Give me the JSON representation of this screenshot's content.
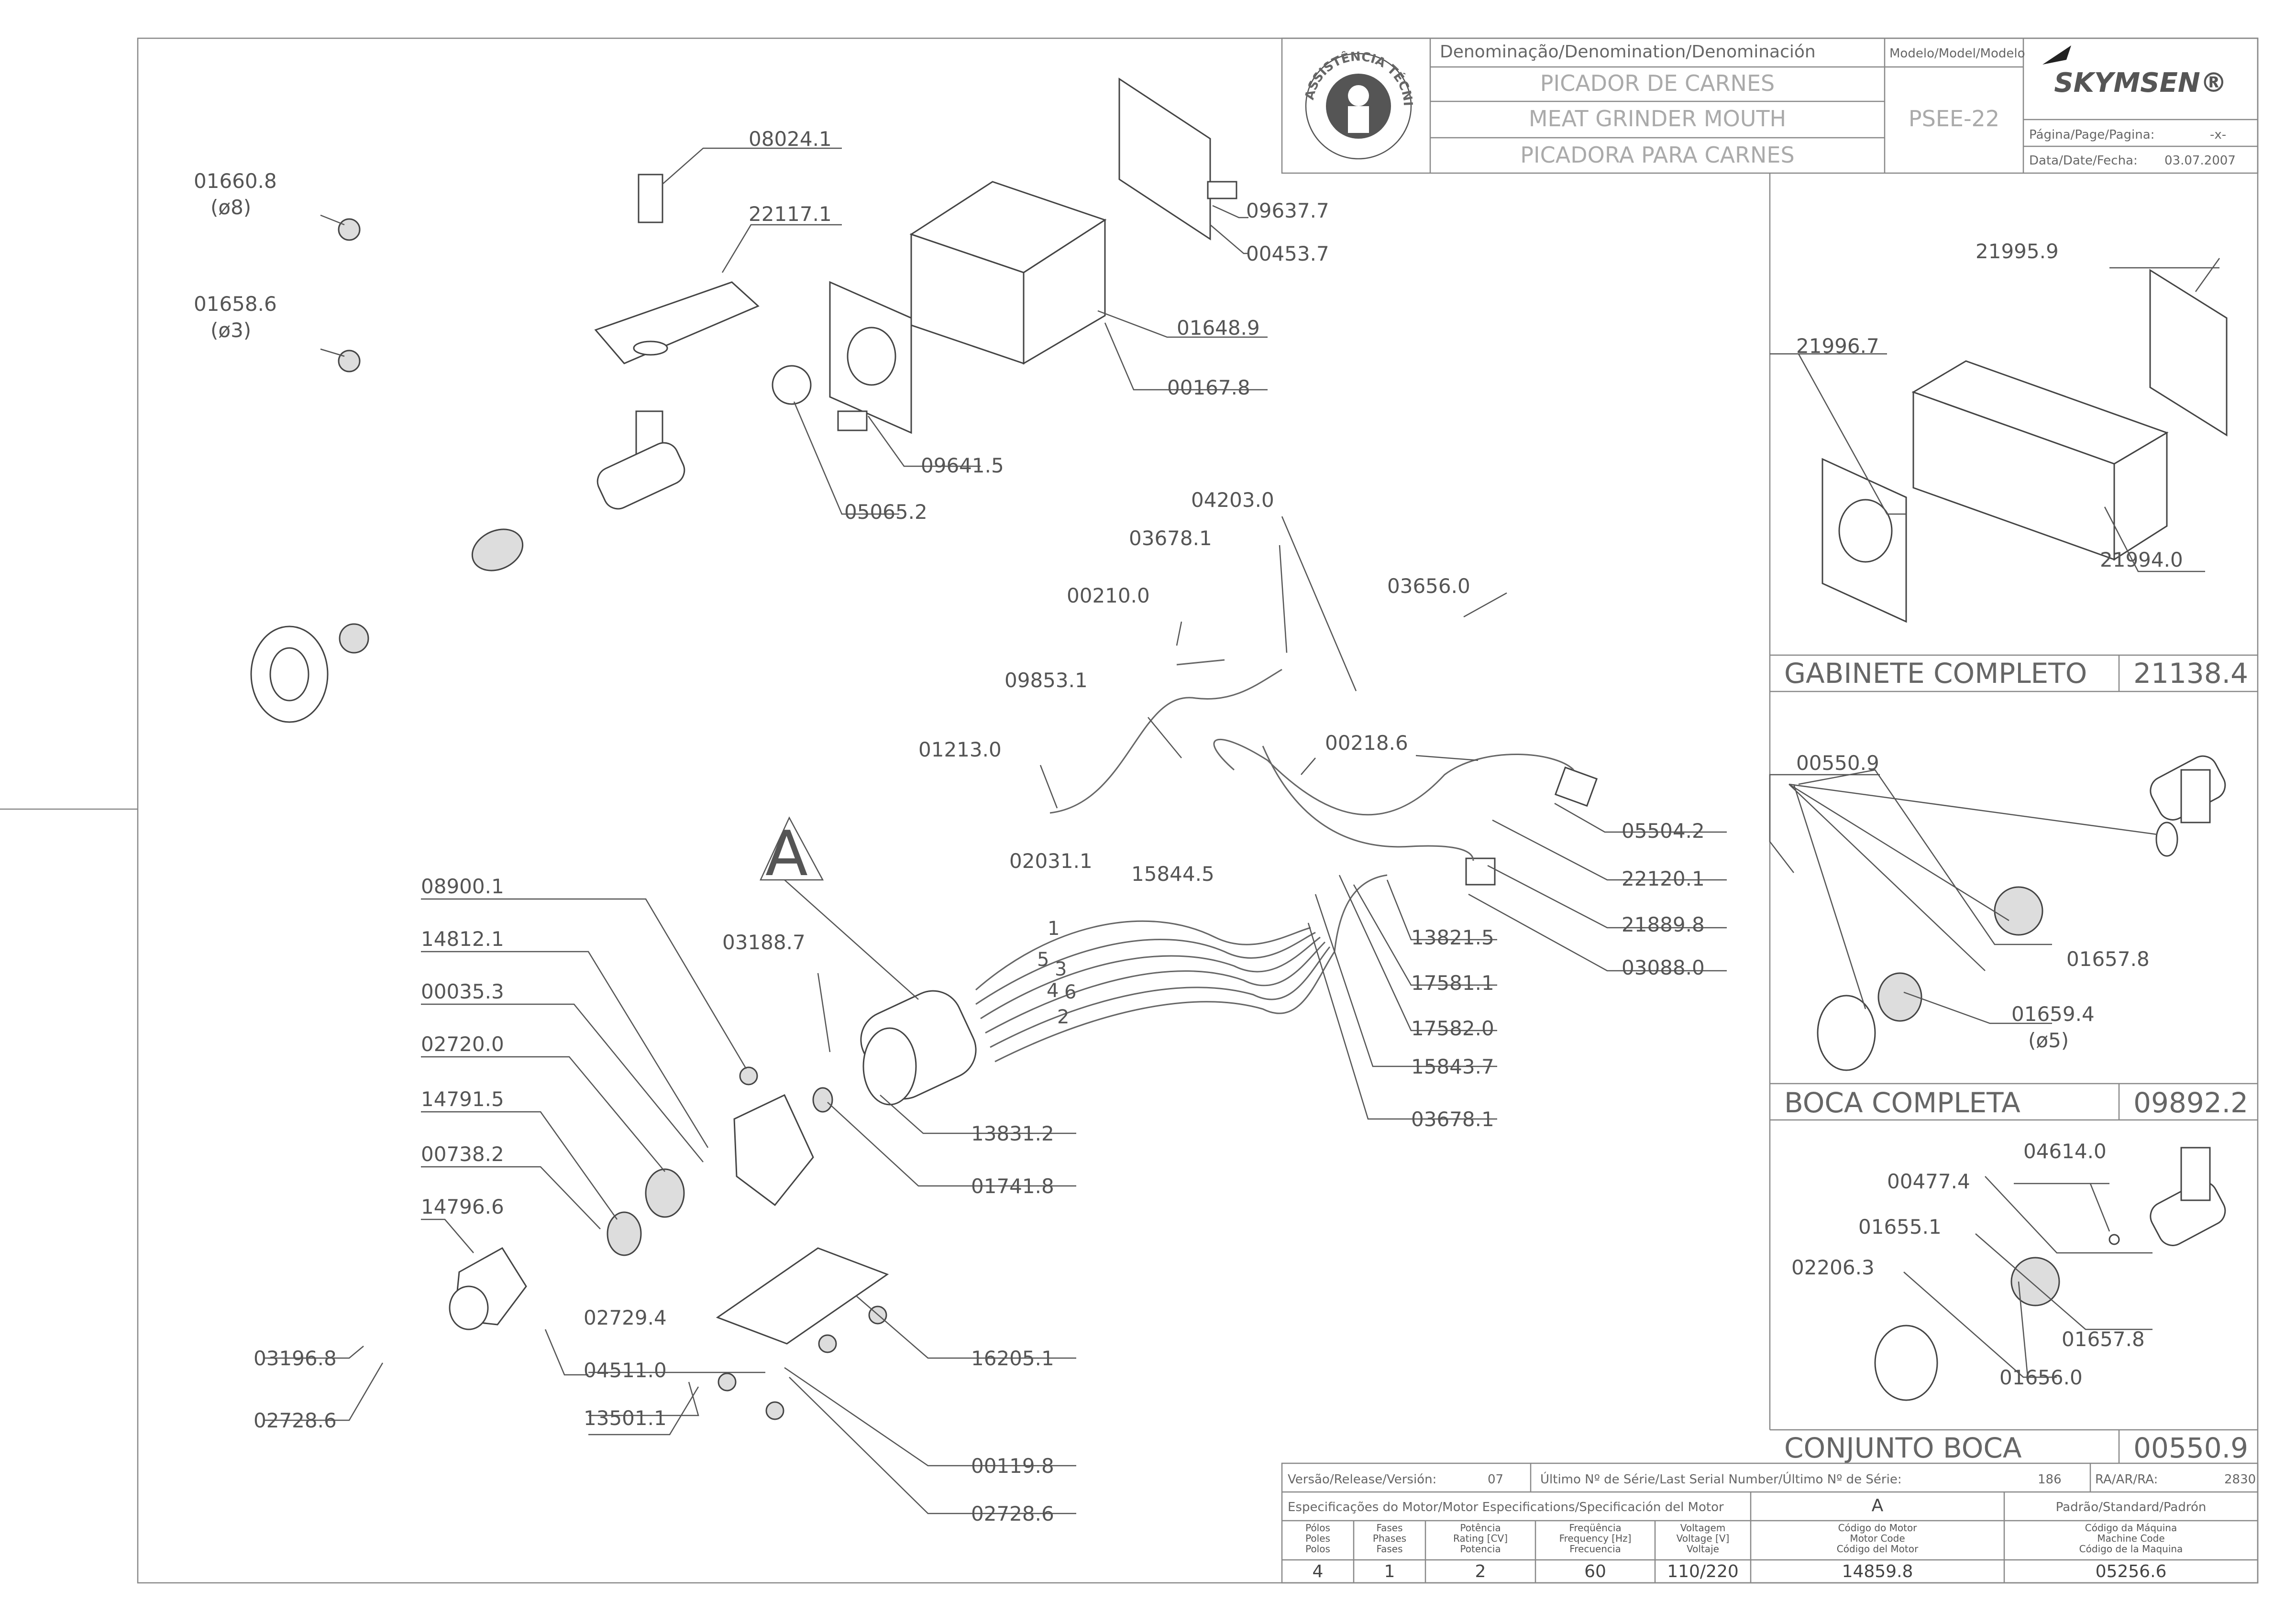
{
  "title_block": {
    "denomination_label": "Denominação/Denomination/Denominación",
    "model_label": "Modelo/Model/Modelo",
    "name_pt": "PICADOR DE CARNES",
    "name_en": "MEAT GRINDER MOUTH",
    "name_es": "PICADORA PARA CARNES",
    "model": "PSEE-22",
    "brand": "SKYMSEN®",
    "page_label": "Página/Page/Pagina:",
    "page_value": "-x-",
    "date_label": "Data/Date/Fecha:",
    "date_value": "03.07.2007",
    "seal_text": "ASSISTÊNCIA TÉCNICA AUTORIZADA"
  },
  "main_parts": [
    "08024.1",
    "22117.1",
    "01660.8",
    "(ø8)",
    "01658.6",
    "(ø3)",
    "09637.7",
    "00453.7",
    "01648.9",
    "00167.8",
    "09641.5",
    "05065.2",
    "04203.0",
    "03678.1",
    "00210.0",
    "03656.0",
    "09853.1",
    "01213.0",
    "00218.6",
    "02031.1",
    "15844.5",
    "05504.2",
    "22120.1",
    "21889.8",
    "03088.0",
    "13821.5",
    "17581.1",
    "17582.0",
    "15843.7",
    "03678.1",
    "A",
    "08900.1",
    "14812.1",
    "00035.3",
    "02720.0",
    "14791.5",
    "00738.2",
    "14796.6",
    "03188.7",
    "13831.2",
    "01741.8",
    "02729.4",
    "16205.1",
    "03196.8",
    "04511.0",
    "02728.6",
    "13501.1",
    "00119.8",
    "02728.6"
  ],
  "wire_numbers": [
    "1",
    "5",
    "3",
    "4",
    "6",
    "2"
  ],
  "gabinete": {
    "parts": [
      "21995.9",
      "21996.7",
      "21994.0"
    ],
    "label": "GABINETE COMPLETO",
    "code": "21138.4"
  },
  "boca": {
    "parts": [
      "00550.9",
      "01657.8",
      "01659.4",
      "(ø5)"
    ],
    "label": "BOCA COMPLETA",
    "code": "09892.2"
  },
  "conjunto": {
    "parts": [
      "04614.0",
      "00477.4",
      "01655.1",
      "02206.3",
      "01657.8",
      "01656.0"
    ],
    "label": "CONJUNTO BOCA",
    "code": "00550.9"
  },
  "bottom_table": {
    "version_label": "Versão/Release/Versión:",
    "version": "07",
    "serial_label": "Último Nº de Série/Last Serial Number/Último Nº de Série:",
    "serial": "186",
    "ra_label": "RA/AR/RA:",
    "ra": "2830",
    "motor_spec_label": "Especificações do Motor/Motor Especifications/Specificación del Motor",
    "motor_variant": "A",
    "standard_label": "Padrão/Standard/Padrón",
    "columns": [
      {
        "label": "Pólos\nPoles\nPolos",
        "value": "4"
      },
      {
        "label": "Fases\nPhases\nFases",
        "value": "1"
      },
      {
        "label": "Potência\nRating [CV]\nPotencia",
        "value": "2"
      },
      {
        "label": "Freqüência\nFrequency [Hz]\nFrecuencia",
        "value": "60"
      },
      {
        "label": "Voltagem\nVoltage [V]\nVoltaje",
        "value": "110/220"
      },
      {
        "label": "Código do Motor\nMotor Code\nCódigo del Motor",
        "value": "14859.8"
      },
      {
        "label": "Código da Máquina\nMachine Code\nCódigo de la Maquina",
        "value": "05256.6"
      }
    ]
  }
}
